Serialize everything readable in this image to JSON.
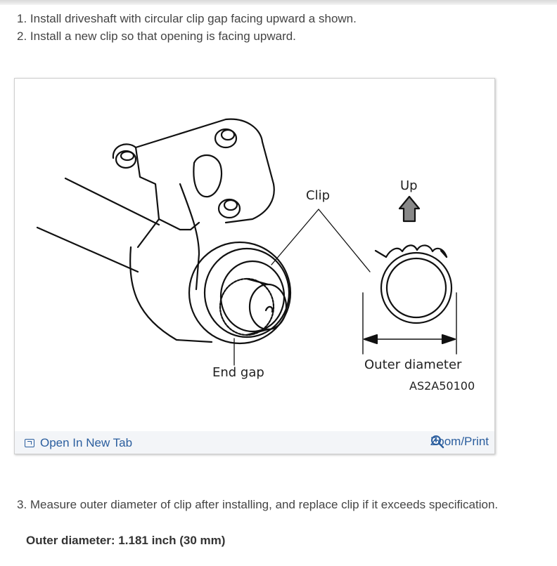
{
  "steps": [
    "1. Install driveshaft with circular clip gap facing upward a shown.",
    "2. Install a new clip so that opening is facing upward."
  ],
  "figure": {
    "labels": {
      "clip": "Clip",
      "up": "Up",
      "end_gap": "End gap",
      "outer_diameter": "Outer diameter",
      "code": "AS2A50100"
    },
    "open_new_tab": "Open In New Tab",
    "zoom_print": "Zoom/Print"
  },
  "step3": "3. Measure outer diameter of clip after installing, and replace clip if it exceeds specification.",
  "spec": "Outer diameter: 1.181 inch (30 mm)",
  "colors": {
    "link": "#2b5e9e",
    "footer_bg": "#f3f5f8"
  }
}
